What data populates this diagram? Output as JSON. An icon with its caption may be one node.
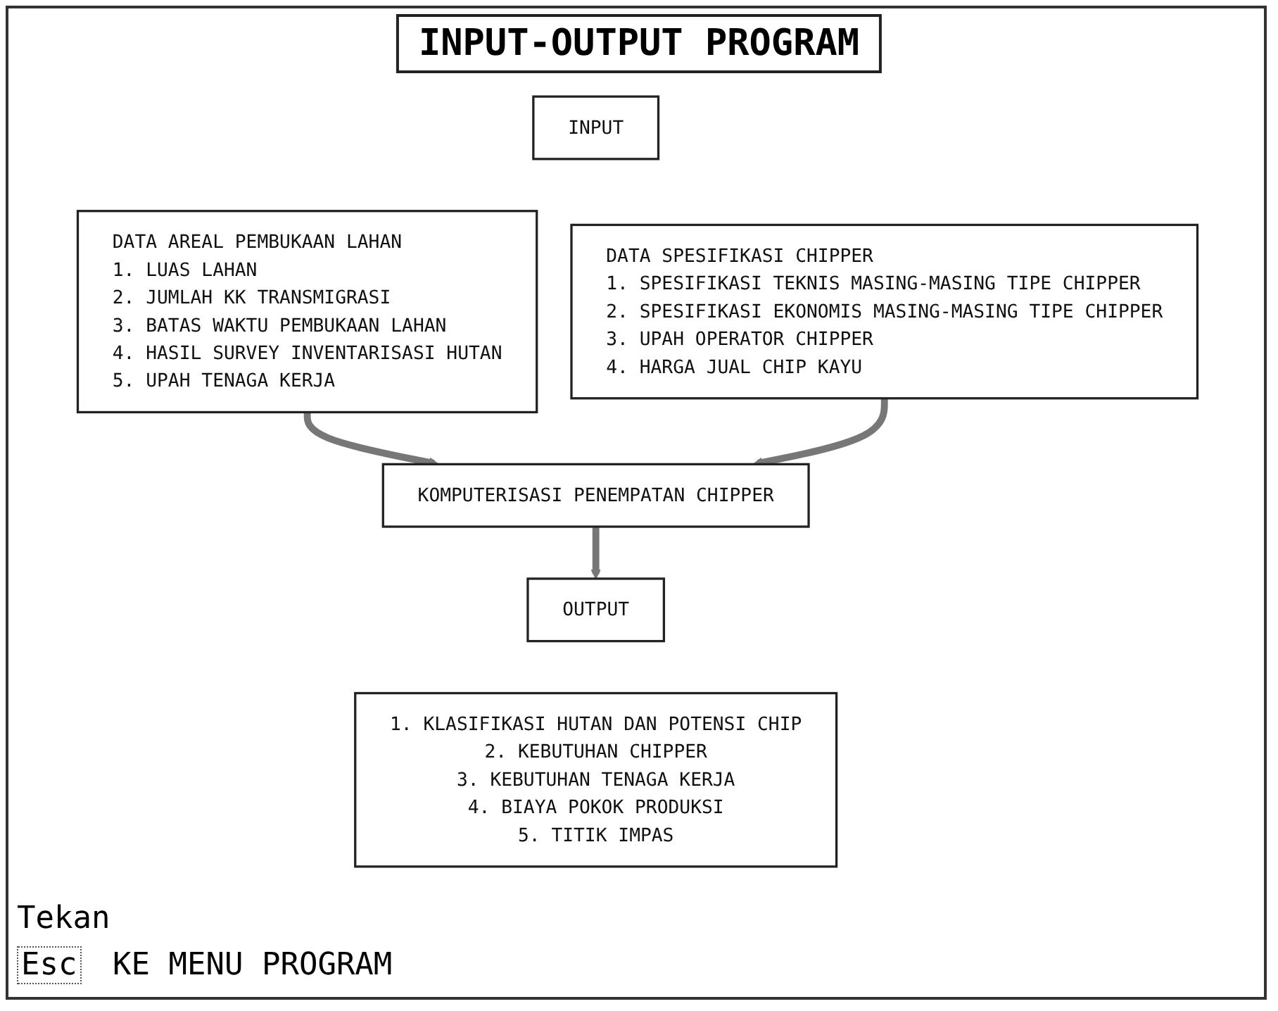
{
  "diagram": {
    "title": "INPUT-OUTPUT PROGRAM",
    "nodes": [
      {
        "text": [
          "INPUT"
        ]
      },
      {
        "text": [
          "DATA AREAL PEMBUKAAN LAHAN",
          "1. LUAS LAHAN",
          "2. JUMLAH KK TRANSMIGRASI",
          "3. BATAS WAKTU PEMBUKAAN LAHAN",
          "4. HASIL SURVEY INVENTARISASI HUTAN",
          "5. UPAH TENAGA KERJA"
        ]
      },
      {
        "text": [
          "DATA SPESIFIKASI CHIPPER",
          "1. SPESIFIKASI TEKNIS MASING-MASING TIPE CHIPPER",
          "2. SPESIFIKASI EKONOMIS MASING-MASING TIPE CHIPPER",
          "3. UPAH OPERATOR CHIPPER",
          "4. HARGA JUAL CHIP KAYU"
        ]
      },
      {
        "text": [
          "KOMPUTERISASI PENEMPATAN CHIPPER"
        ]
      },
      {
        "text": [
          "OUTPUT"
        ]
      },
      {
        "text": [
          "1. KLASIFIKASI HUTAN DAN POTENSI CHIP",
          "2. KEBUTUHAN CHIPPER",
          "3. KEBUTUHAN TENAGA KERJA",
          "4. BIAYA POKOK PRODUKSI",
          "5. TITIK IMPAS"
        ]
      }
    ],
    "edges": [
      {
        "from": 1,
        "to": 3,
        "arrow": "to"
      },
      {
        "from": 2,
        "to": 3,
        "arrow": "to"
      },
      {
        "from": 3,
        "to": 4,
        "arrow": "to"
      }
    ],
    "labels": [
      "Tekan",
      "Esc",
      "KE MENU PROGRAM"
    ]
  }
}
